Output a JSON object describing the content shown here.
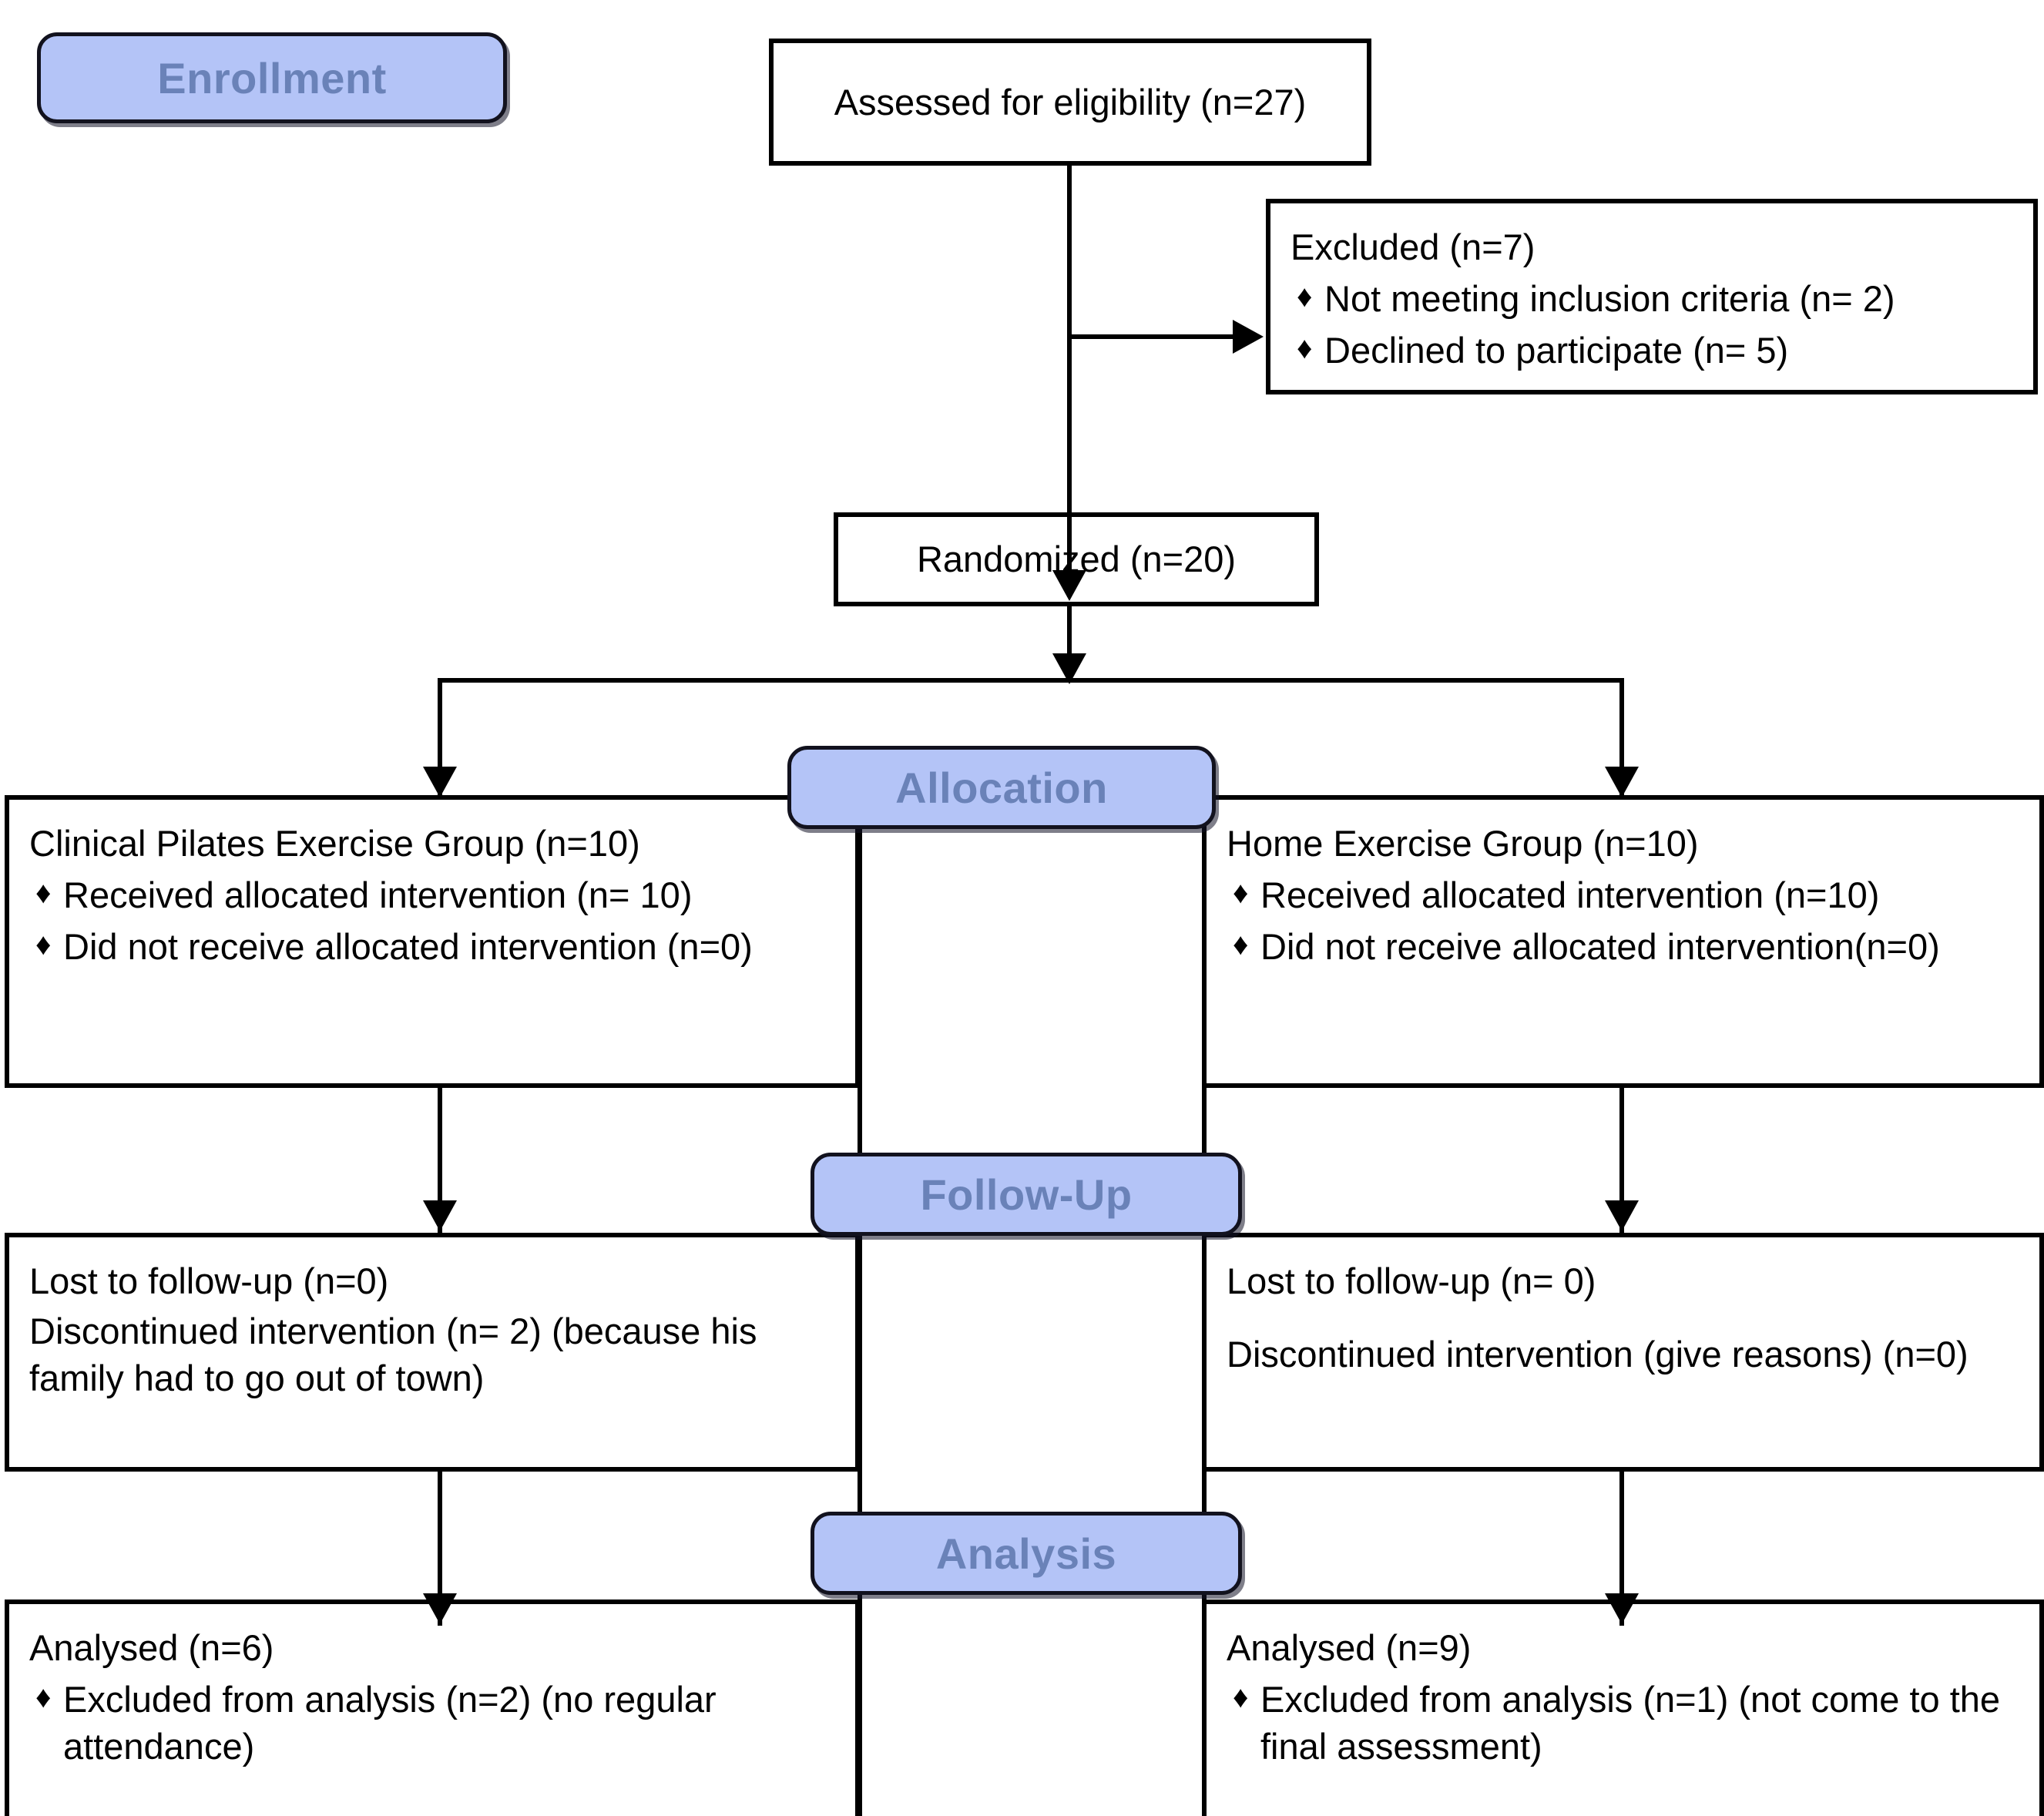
{
  "diagram": {
    "type": "consort-flow-diagram",
    "title": "CONSORT participant flow diagram",
    "colors": {
      "badge_fill": "#b4c4f7",
      "badge_text": "#6a82b8",
      "badge_border": "#12121e",
      "box_border": "#000000",
      "box_fill": "#ffffff",
      "text": "#000000"
    },
    "stage_badges": [
      {
        "id": "enrollment",
        "label": "Enrollment"
      },
      {
        "id": "allocation",
        "label": "Allocation"
      },
      {
        "id": "follow-up",
        "label": "Follow-Up"
      },
      {
        "id": "analysis",
        "label": "Analysis"
      }
    ],
    "bullet_glyph": "♦",
    "nodes": {
      "assessed": {
        "lines": [
          "Assessed for eligibility (n=27)"
        ]
      },
      "excluded": {
        "heading": "Excluded  (n=7)",
        "bullets": [
          "Not meeting inclusion criteria (n= 2)",
          "Declined to participate (n= 5)"
        ]
      },
      "randomized": {
        "lines": [
          "Randomized (n=20)"
        ]
      },
      "alloc_left": {
        "heading": "Clinical Pilates Exercise Group (n=10)",
        "bullets": [
          "Received allocated intervention (n= 10)",
          "Did not receive allocated intervention (n=0)"
        ]
      },
      "alloc_right": {
        "heading": "Home Exercise Group (n=10)",
        "bullets": [
          "Received allocated intervention (n=10)",
          "Did not receive allocated intervention(n=0)"
        ]
      },
      "follow_left": {
        "lines": [
          "Lost to follow-up (n=0)",
          "Discontinued intervention (n= 2) (because his family had to go out of town)"
        ]
      },
      "follow_right": {
        "lines": [
          "Lost to follow-up (n= 0)",
          "Discontinued intervention (give reasons) (n=0)"
        ]
      },
      "analysis_left": {
        "heading": "Analysed  (n=6)",
        "bullets": [
          "Excluded from analysis (n=2) (no regular attendance)"
        ]
      },
      "analysis_right": {
        "heading": "Analysed  (n=9)",
        "bullets": [
          "Excluded from analysis (n=1) (not come to the final assessment)"
        ]
      }
    }
  }
}
